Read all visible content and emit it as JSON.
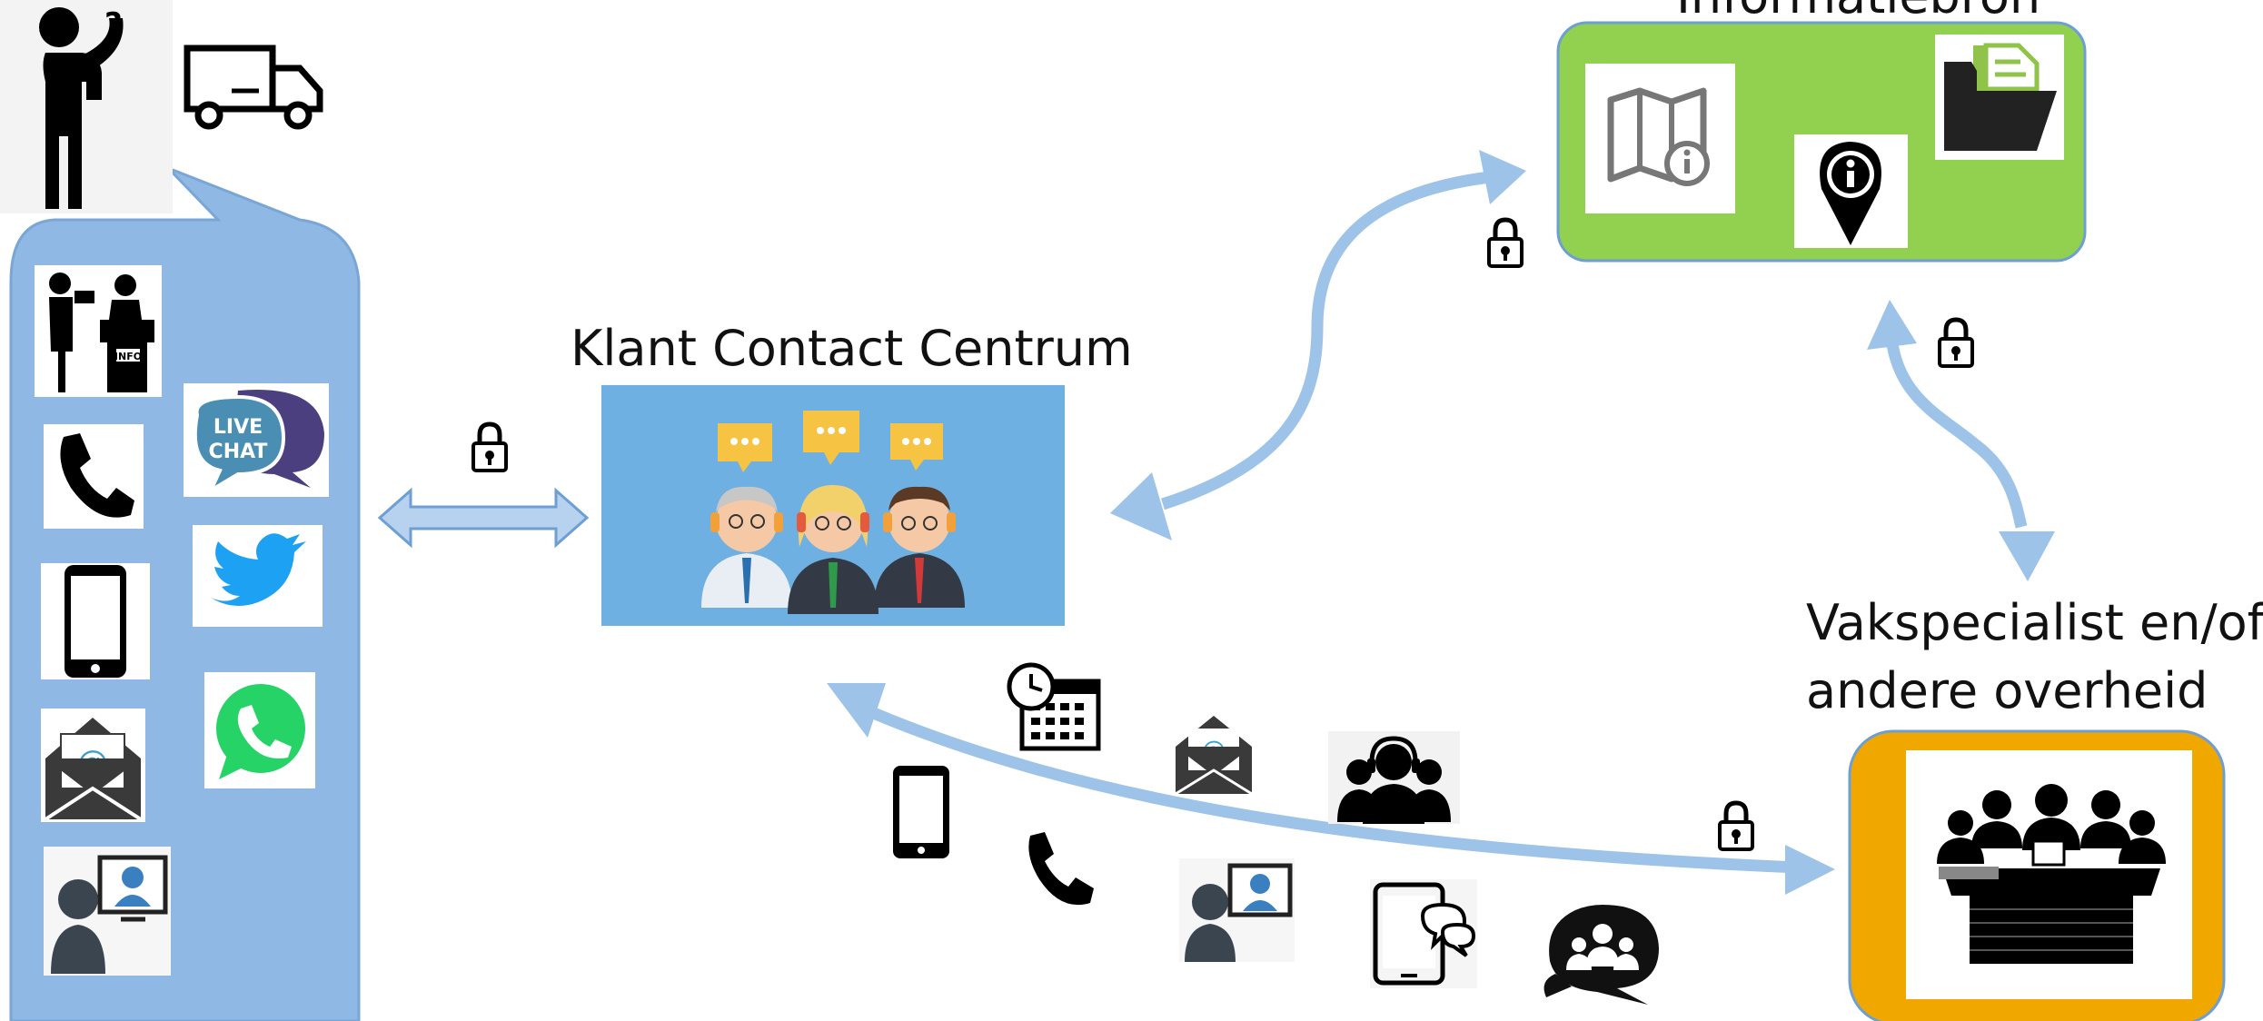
{
  "labels": {
    "kcc_title": "Klant Contact Centrum",
    "info_title": "Informatiebron",
    "vak_line1": "Vakspecialist en/of",
    "vak_line2": "andere overheid"
  },
  "icon_text": {
    "info_desk": "INFO",
    "live_chat_1": "LIVE",
    "live_chat_2": "CHAT",
    "email_at": "@"
  },
  "colors": {
    "channel_panel": "#8fb8e4",
    "kcc_box": "#6fb0e2",
    "info_box": "#92d050",
    "vak_box": "#f0a800",
    "arrow": "#9dc3e8",
    "twitter": "#1da1f2",
    "whatsapp": "#25d366",
    "live_chat_blue": "#4a8fb3",
    "live_chat_purple": "#4b3f80"
  },
  "icons": [
    "confused-person-icon",
    "delivery-truck-icon",
    "info-desk-icon",
    "phone-icon",
    "live-chat-icon",
    "smartphone-icon",
    "twitter-icon",
    "email-icon",
    "whatsapp-icon",
    "video-call-icon",
    "call-center-agents-icon",
    "map-info-icon",
    "location-info-icon",
    "folder-document-icon",
    "padlock-icon",
    "calendar-clock-icon",
    "headset-group-icon",
    "tablet-chat-icon",
    "group-chat-icon",
    "meeting-table-icon"
  ]
}
